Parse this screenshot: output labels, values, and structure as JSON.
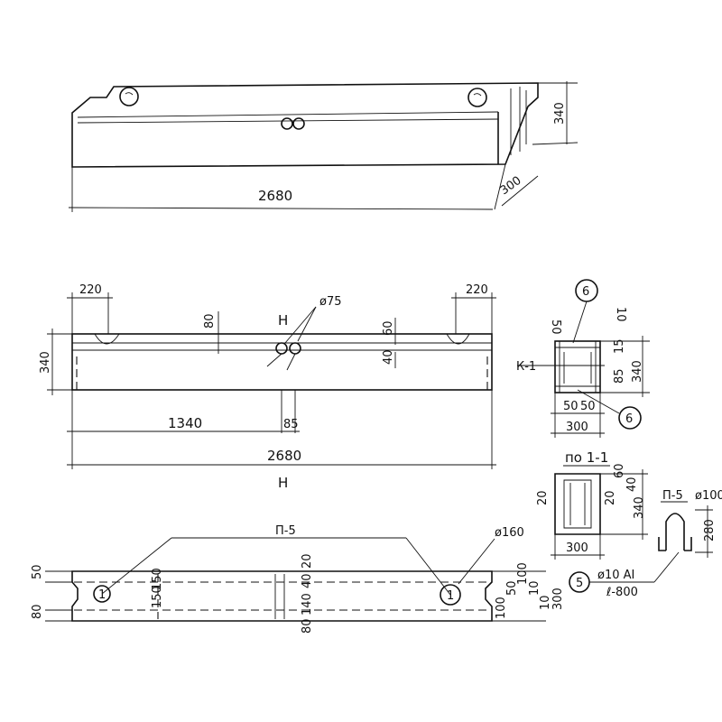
{
  "iso_view": {
    "length": "2680",
    "height": "340",
    "depth": "300"
  },
  "front_view": {
    "end_offset_left": "220",
    "end_offset_right": "220",
    "hole_callout": "ø75",
    "section_marker": "Н",
    "slot_depth": "80",
    "slot_depth_right": "60",
    "height": "340",
    "hole_offset": "40",
    "half_length": "1340",
    "hole_spacing": "85",
    "length": "2680",
    "section_marker_bottom": "Н"
  },
  "plan_view": {
    "loop_label": "П-5",
    "circle_callout": "ø160",
    "circle_mark": "1",
    "dims_left": [
      "50",
      "80"
    ],
    "dims_mid": [
      "150",
      "150",
      "20",
      "40",
      "140",
      "80"
    ],
    "dims_right": [
      "100",
      "50",
      "100",
      "10",
      "10",
      "300"
    ]
  },
  "side_view": {
    "callout_top": "6",
    "callout_bottom": "6",
    "cut_label": "К-1",
    "top_left_dim": "50",
    "top_right_dim": "10",
    "right_dims": [
      "15",
      "340",
      "85"
    ],
    "bottom_dims": [
      "50",
      "50"
    ],
    "width": "300"
  },
  "section_view": {
    "title": "по 1-1",
    "dim_left": "20",
    "dim_right": "20",
    "dim_top": "60",
    "dim_mid": "40",
    "height": "340",
    "width": "300"
  },
  "loop_detail": {
    "title": "П-5",
    "diameter": "ø100",
    "height": "280",
    "rebar_mark": "5",
    "rebar_spec": "ø10 АI",
    "rebar_length": "ℓ-800"
  }
}
